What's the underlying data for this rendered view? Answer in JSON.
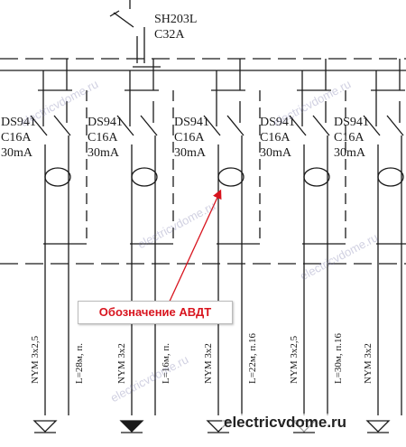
{
  "main_breaker": {
    "model": "SH203L",
    "rating": "C32A"
  },
  "rcbos": [
    {
      "model": "DS941",
      "rating": "C16A",
      "leakage": "30mA",
      "cable": "NYM 3x2,5",
      "length": "L=28м, п."
    },
    {
      "model": "DS941",
      "rating": "C16A",
      "leakage": "30mA",
      "cable": "NYM 3x2",
      "length": "L=16м, п."
    },
    {
      "model": "DS941",
      "rating": "C16A",
      "leakage": "30mA",
      "cable": "NYM 3x2",
      "length": "L=22м, п.16"
    },
    {
      "model": "DS941",
      "rating": "C16A",
      "leakage": "30mA",
      "cable": "NYM 3x2,5",
      "length": "L=30м, п.16"
    },
    {
      "model": "DS941",
      "rating": "C16A",
      "leakage": "30mA",
      "cable": "NYM 3x2",
      "length": ""
    }
  ],
  "annotation": {
    "text": "Обозначение АВДТ",
    "color": "#d8141e"
  },
  "watermark": {
    "text": "electricvdome.ru",
    "footer": "electricvdome.ru"
  }
}
